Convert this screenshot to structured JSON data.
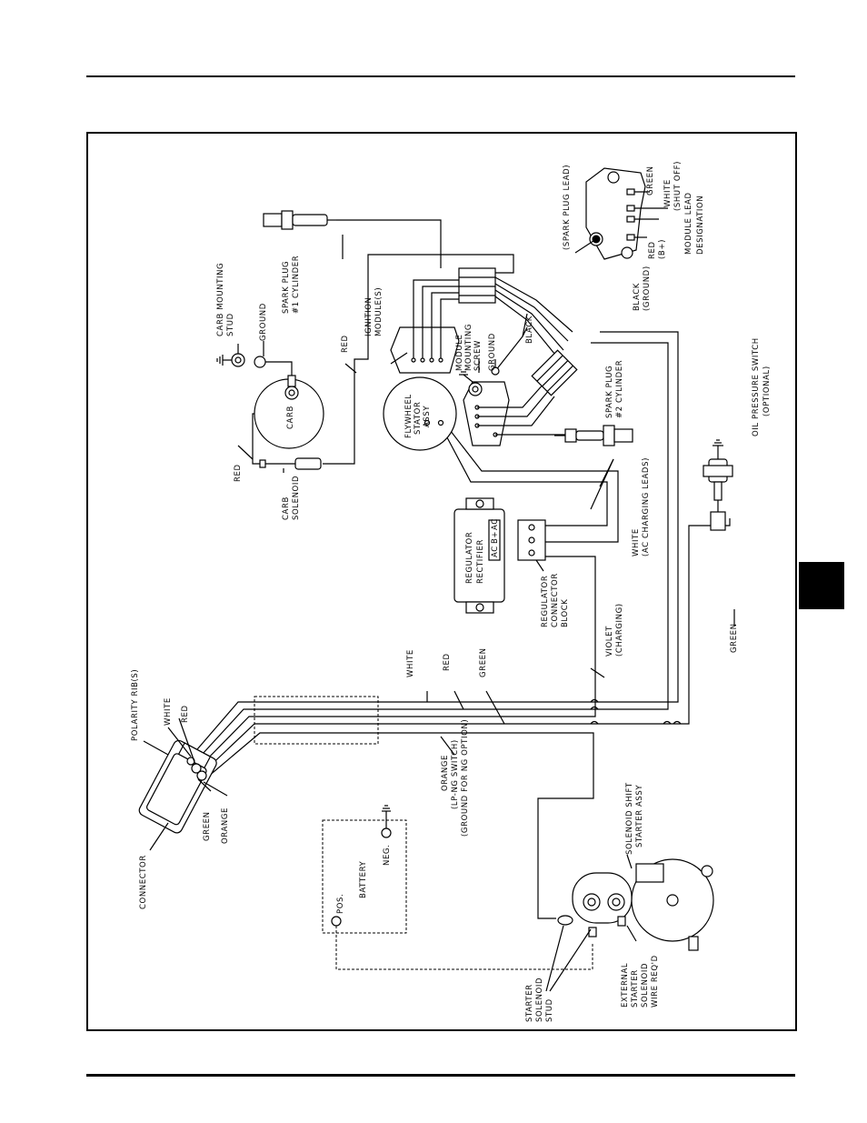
{
  "labels": {
    "spark_plug_1": [
      "SPARK PLUG",
      "#1 CYLINDER"
    ],
    "carb_mounting_stud": [
      "CARB MOUNTING",
      "STUD"
    ],
    "ground_carb": "GROUND",
    "carb": "CARB",
    "red_top": "RED",
    "ignition_modules": [
      "IGNITION",
      "MODULE(S)"
    ],
    "module_mounting_screw": [
      "MODULE",
      "MOUNTING",
      "SCREW"
    ],
    "ground_module": "GROUND",
    "black": "BLACK",
    "flywheel_stator": [
      "FLYWHEEL",
      "STATOR",
      "ASSY"
    ],
    "spark_plug_2": [
      "SPARK PLUG",
      "#2 CYLINDER"
    ],
    "red_carb": "RED",
    "carb_solenoid": [
      "CARB",
      "SOLENOID"
    ],
    "spark_plug_lead": "(SPARK PLUG LEAD)",
    "green_ml": "GREEN",
    "white_shut_off": [
      "WHITE",
      "(SHUT OFF)"
    ],
    "red_b": [
      "RED",
      "(B+)"
    ],
    "black_ground": [
      "BLACK",
      "(GROUND)"
    ],
    "module_lead_designation": [
      "MODULE LEAD",
      "DESIGNATION"
    ],
    "oil_pressure_switch": [
      "OIL PRESSURE SWITCH",
      "(OPTIONAL)"
    ],
    "regulator_rectifier": [
      "REGULATOR",
      "RECTIFIER"
    ],
    "regulator_connector_block": [
      "REGULATOR",
      "CONNECTOR",
      "BLOCK"
    ],
    "white_ac_charging": [
      "WHITE",
      "(AC CHARGING LEADS)"
    ],
    "violet_charging": [
      "VIOLET",
      "(CHARGING)"
    ],
    "green_right": "GREEN",
    "polarity_ribs": "POLARITY RIB(S)",
    "white_conn": "WHITE",
    "red_conn": "RED",
    "white_harness": "WHITE",
    "red_harness": "RED",
    "green_harness": "GREEN",
    "green_conn": "GREEN",
    "orange_conn": "ORANGE",
    "connector": "CONNECTOR",
    "orange_note": [
      "ORANGE",
      "(LP-NG SWITCH)",
      "(GROUND FOR NG OPTION)"
    ],
    "battery": "BATTERY",
    "pos": "POS.",
    "neg": "NEG.",
    "solenoid_shift_starter": [
      "SOLENOID SHIFT",
      "STARTER ASSY"
    ],
    "starter_solenoid_stud": [
      "STARTER",
      "SOLENOID",
      "STUD"
    ],
    "external_starter_wire": [
      "EXTERNAL",
      "STARTER",
      "SOLENOID",
      "WIRE REQ'D"
    ],
    "reg_terminals": [
      "AC",
      "B+",
      "AC"
    ]
  }
}
